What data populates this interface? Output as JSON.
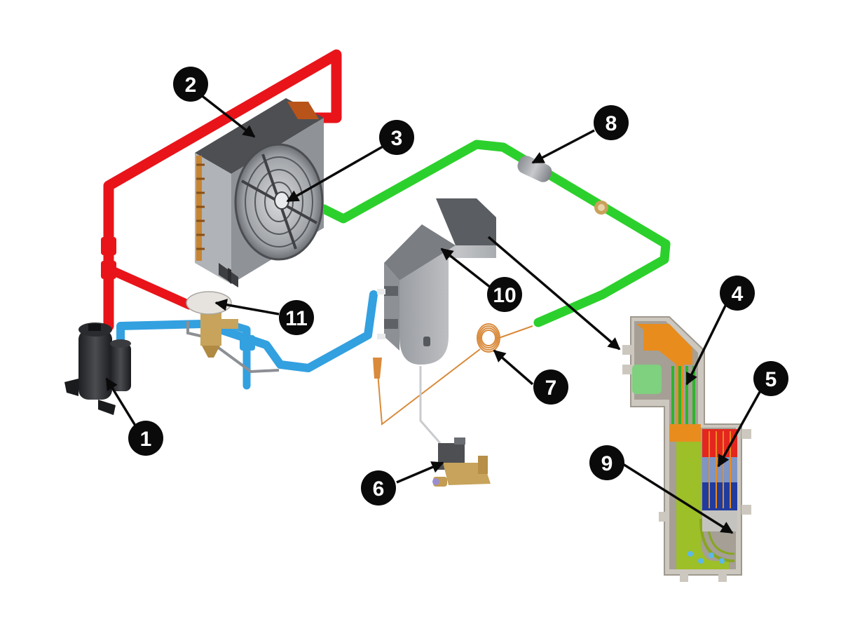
{
  "diagram": {
    "colors": {
      "hot_gas_line": "#e8141a",
      "suction_line": "#33a0e0",
      "liquid_line": "#2cd02c",
      "capillary_tube": "#d98a3a",
      "callout": "#0a0a0a"
    },
    "components": [
      {
        "id": "1",
        "label": "1",
        "icon": "compressor"
      },
      {
        "id": "2",
        "label": "2",
        "icon": "condenser"
      },
      {
        "id": "3",
        "label": "3",
        "icon": "condenser-fan"
      },
      {
        "id": "4",
        "label": "4",
        "icon": "heat-exchanger-section"
      },
      {
        "id": "5",
        "label": "5",
        "icon": "heat-exchanger-coil"
      },
      {
        "id": "6",
        "label": "6",
        "icon": "solenoid-drain-valve"
      },
      {
        "id": "7",
        "label": "7",
        "icon": "capillary-tube"
      },
      {
        "id": "8",
        "label": "8",
        "icon": "filter-drier"
      },
      {
        "id": "9",
        "label": "9",
        "icon": "condensate-separator"
      },
      {
        "id": "10",
        "label": "10",
        "icon": "heat-exchanger-block"
      },
      {
        "id": "11",
        "label": "11",
        "icon": "hot-gas-bypass-valve"
      }
    ]
  }
}
